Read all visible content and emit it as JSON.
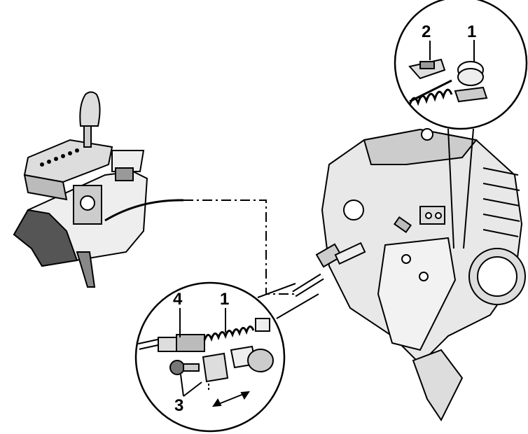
{
  "callouts": {
    "top_left": "2",
    "top_right": "1",
    "bottom_top_left": "4",
    "bottom_top_right": "1",
    "bottom_lower": "3"
  },
  "colors": {
    "ink": "#000000",
    "paper": "#ffffff",
    "shade": "#9a9a9a",
    "light": "#d9d9d9"
  }
}
